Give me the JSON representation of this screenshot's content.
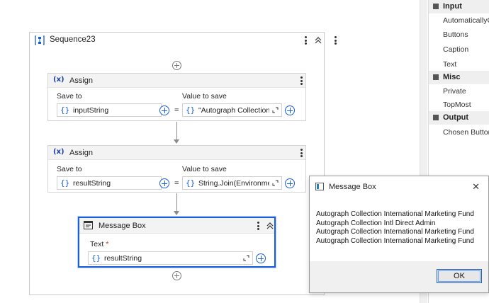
{
  "sequence": {
    "title": "Sequence23"
  },
  "activities": [
    {
      "title": "Assign",
      "save_to_label": "Save to",
      "value_label": "Value to save",
      "save_to": "inputString",
      "value": "\"Autograph Collection",
      "equals": "="
    },
    {
      "title": "Assign",
      "save_to_label": "Save to",
      "value_label": "Value to save",
      "save_to": "resultString",
      "value": "String.Join(Environmer",
      "equals": "="
    }
  ],
  "message_box_activity": {
    "title": "Message Box",
    "text_label": "Text",
    "required_mark": "*",
    "text_value": "resultString"
  },
  "properties": {
    "categories": [
      {
        "label": "Input",
        "items": [
          "AutomaticallyC",
          "Buttons",
          "Caption",
          "Text"
        ]
      },
      {
        "label": "Misc",
        "items": [
          "Private",
          "TopMost"
        ]
      },
      {
        "label": "Output",
        "items": [
          "Chosen Button"
        ]
      }
    ]
  },
  "dialog": {
    "title": "Message Box",
    "close": "✕",
    "lines": [
      "Autograph Collection International Marketing Fund",
      "Autograph Collection Intl Direct Admin",
      "Autograph Collection International Marketing Fund",
      "Autograph Collection International Marketing Fund"
    ],
    "ok_label": "OK"
  },
  "icons": {
    "sequence": "sequence-icon",
    "assign": "(x)",
    "brace": "{}"
  },
  "colors": {
    "accent": "#1a5fd6",
    "selection_border": "#1a5fd6"
  }
}
